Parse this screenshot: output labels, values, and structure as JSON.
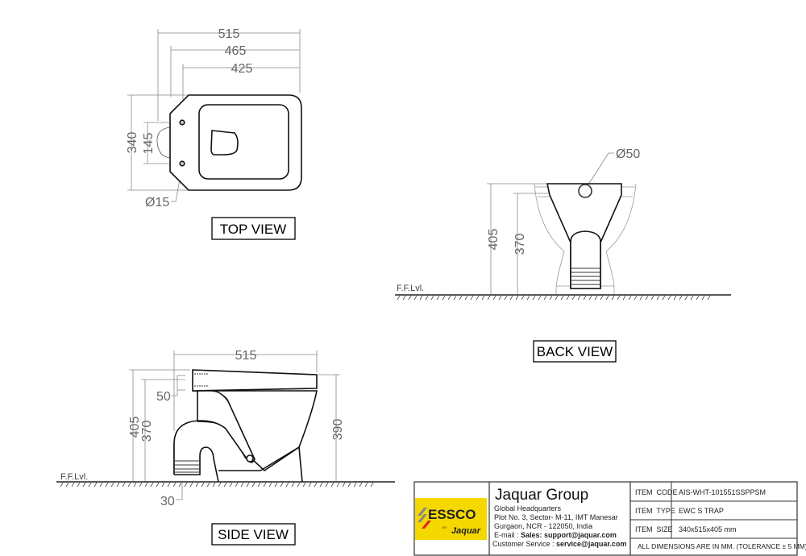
{
  "views": {
    "top": {
      "label": "TOP VIEW",
      "dims": {
        "d515": "515",
        "d465": "465",
        "d425": "425",
        "d340": "340",
        "d145": "145",
        "hole": "Ø15"
      }
    },
    "back": {
      "label": "BACK VIEW",
      "dims": {
        "d405": "405",
        "d370": "370",
        "pipe": "Ø50"
      },
      "floor": "F.F.Lvl."
    },
    "side": {
      "label": "SIDE VIEW",
      "dims": {
        "d515": "515",
        "d405": "405",
        "d370": "370",
        "d390": "390",
        "d50": "50",
        "d30": "30"
      },
      "floor": "F.F.Lvl."
    }
  },
  "title_block": {
    "logo_brand": "ESSCO",
    "logo_by": "BY",
    "logo_sub": "Jaquar",
    "company": "Jaquar Group",
    "address": [
      "Global Headquarters",
      "Plot No. 3, Sector- M-11, IMT Manesar",
      "Gurgaon, NCR - 122050, India"
    ],
    "email_label": "E-mail : ",
    "email_value": "Sales: support@jaquar.com",
    "cs_label": "Customer Service : ",
    "cs_value": "service@jaquar.com",
    "rows": [
      {
        "key": "ITEM  CODE",
        "value": "AIS-WHT-101551SSPPSM"
      },
      {
        "key": "ITEM  TYPE",
        "value": "EWC S TRAP"
      },
      {
        "key": "ITEM  SIZE",
        "value": "340x515x405 mm"
      }
    ],
    "note": "ALL DIMENSIONS ARE IN MM. (TOLERANCE ± 5 MM)",
    "logo_color": "#f5d800"
  }
}
